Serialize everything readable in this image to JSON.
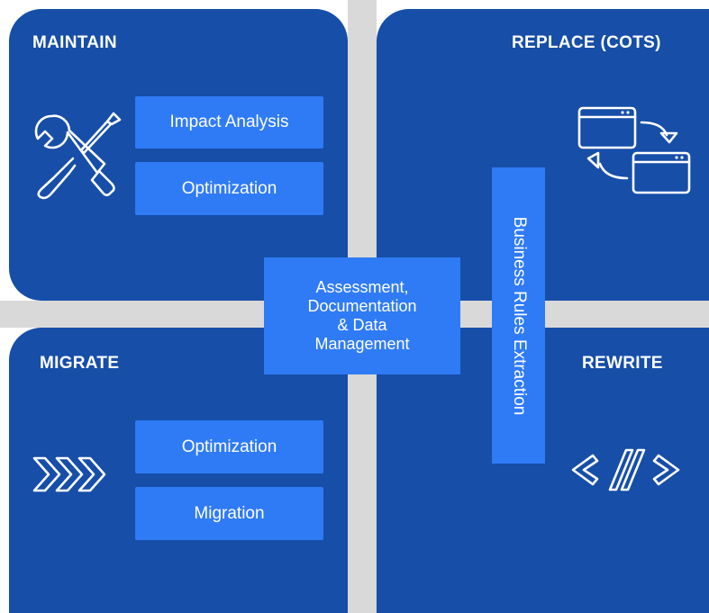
{
  "quadrants": {
    "maintain": {
      "title": "MAINTAIN",
      "items": [
        "Impact Analysis",
        "Optimization"
      ],
      "icon": "wrench-screwdriver-icon"
    },
    "replace": {
      "title": "REPLACE (COTS)",
      "icon": "swap-windows-icon"
    },
    "migrate": {
      "title": "MIGRATE",
      "items": [
        "Optimization",
        "Migration"
      ],
      "icon": "triple-chevron-right-icon"
    },
    "rewrite": {
      "title": "REWRITE",
      "icon": "code-brackets-icon"
    }
  },
  "center": {
    "lines": [
      "Assessment,",
      "Documentation",
      "& Data",
      "Management"
    ]
  },
  "vertical_box": {
    "label": "Business Rules Extraction"
  },
  "colors": {
    "quadrant": "#164ea8",
    "box": "#2f7bf6",
    "stripe": "#d9d9d9",
    "text": "#ffffff"
  }
}
